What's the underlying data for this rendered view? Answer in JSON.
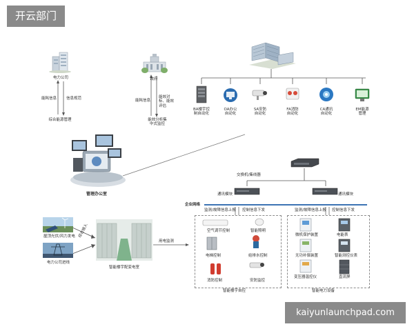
{
  "brand_tag": "开云部门",
  "watermark_tag": "kaiyunlaunchpad.com",
  "power_company": {
    "title": "电力公司",
    "left_arrow_label": "能耗信息",
    "right_arrow_label": "信息规范",
    "bottom_label": "综合能源管理"
  },
  "government": {
    "title": "政府",
    "left_arrow_label": "能耗信息",
    "right_arrow_label": "能效对标、能效评估",
    "bottom_label": "能效分析集中式监控"
  },
  "systems": [
    {
      "code": "BA楼宇控",
      "sub": "制自动化"
    },
    {
      "code": "OA办公",
      "sub": "自动化"
    },
    {
      "code": "SA安防",
      "sub": "自动化"
    },
    {
      "code": "FA消防",
      "sub": "自动化"
    },
    {
      "code": "CA通讯",
      "sub": "自动化"
    },
    {
      "code": "EM能源",
      "sub": "管理"
    }
  ],
  "management_office": "管理办公室",
  "switch_label": "交换机/集线器",
  "comm_module_left": "通讯模块",
  "comm_module_right": "通讯模块",
  "enterprise_network": "企业网络",
  "left_network_labels": {
    "up": "监测/故障信息上报",
    "down": "控制信息下发"
  },
  "right_network_labels": {
    "up": "监测/故障信息上报",
    "down": "控制信息下发"
  },
  "power_sources": {
    "solar_wind": "屋顶光伏/风力发电",
    "grid": "电力公司进线",
    "integrated_access": "综合接入"
  },
  "substation": "智能楼宇配变电室",
  "power_monitoring": "用电监测",
  "building_devices": [
    "空气调节控制",
    "智能照明",
    "电梯控制",
    "给排水控制",
    "消防控制",
    "安防监控"
  ],
  "building_group_label": "智能楼宇自控",
  "power_devices": [
    "微机保护装置",
    "电能表",
    "无功补偿装置",
    "智能测控仪表",
    "变压器温控仪",
    "直流屏"
  ],
  "power_group_label": "智能电力设备"
}
